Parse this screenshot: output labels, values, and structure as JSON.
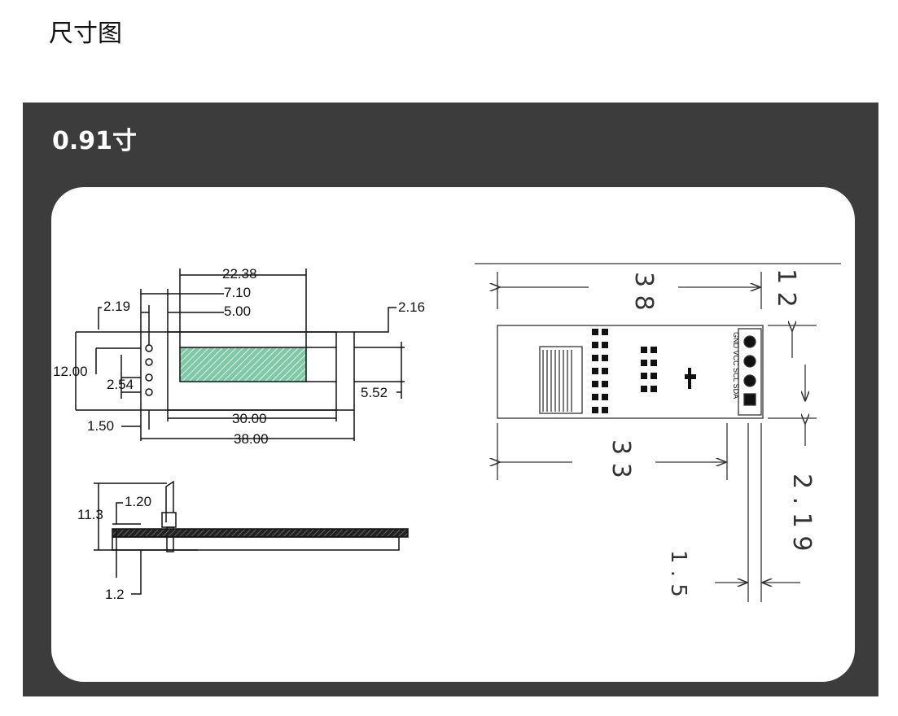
{
  "page": {
    "title": "尺寸图"
  },
  "panel": {
    "title": "0.91寸"
  },
  "front_view": {
    "dims": {
      "d22_38": "22.38",
      "d7_10": "7.10",
      "d5_00": "5.00",
      "d2_19": "2.19",
      "d2_16": "2.16",
      "d12_00": "12.00",
      "d2_54": "2.54",
      "d5_52": "5.52",
      "d1_50": "1.50",
      "d30_00": "30.00",
      "d38_00": "38.00"
    }
  },
  "side_view": {
    "dims": {
      "d11_3": "11.3",
      "d1_20": "1.20",
      "d1_2": "1.2"
    }
  },
  "back_view": {
    "dims": {
      "d38": "3 8",
      "d12": "1 2",
      "d33": "3 3",
      "d2_19": "2 . 1 9",
      "d1_5": "1 . 5"
    },
    "pins": "GND VCC SCL SDA"
  },
  "colors": {
    "panel": "#3c3c3c",
    "display_area": "#7fc8a8"
  }
}
